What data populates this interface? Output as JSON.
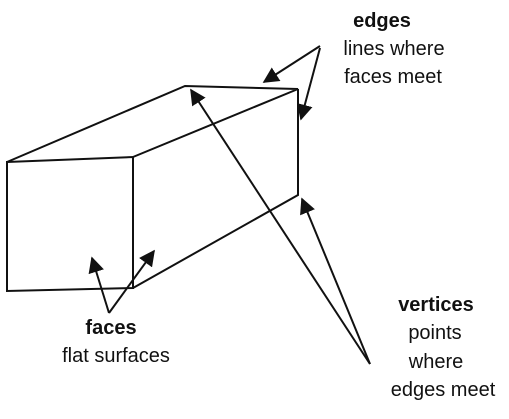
{
  "labels": {
    "edges": {
      "title": "edges",
      "line1": "lines where",
      "line2": "faces meet"
    },
    "faces": {
      "title": "faces",
      "line1": "flat surfaces"
    },
    "vertices": {
      "title": "vertices",
      "line1": "points",
      "line2": "where",
      "line3": "edges meet"
    }
  },
  "colors": {
    "ink": "#111111",
    "background": "#ffffff"
  }
}
